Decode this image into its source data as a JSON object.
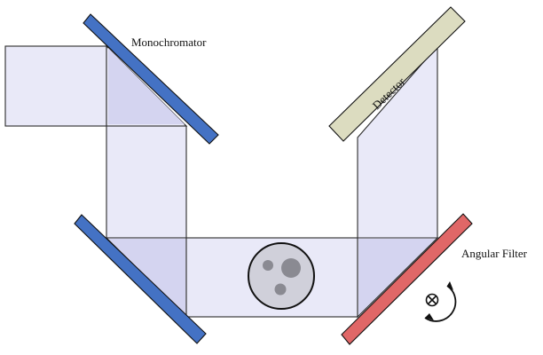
{
  "labels": {
    "monochromator": "Monochromator",
    "detector": "Detector",
    "angular_filter": "Angular Filter"
  },
  "colors": {
    "beam_fill": "#e9e9f8",
    "beam_overlap": "#d4d4f0",
    "mirror_blue": "#4472c4",
    "angular_filter": "#e06767",
    "detector": "#dcdcc0",
    "sample": "#d0d0da",
    "sample_spots": "#8a8a92"
  },
  "icons": {
    "rotation": "rotation-into-page-icon"
  }
}
